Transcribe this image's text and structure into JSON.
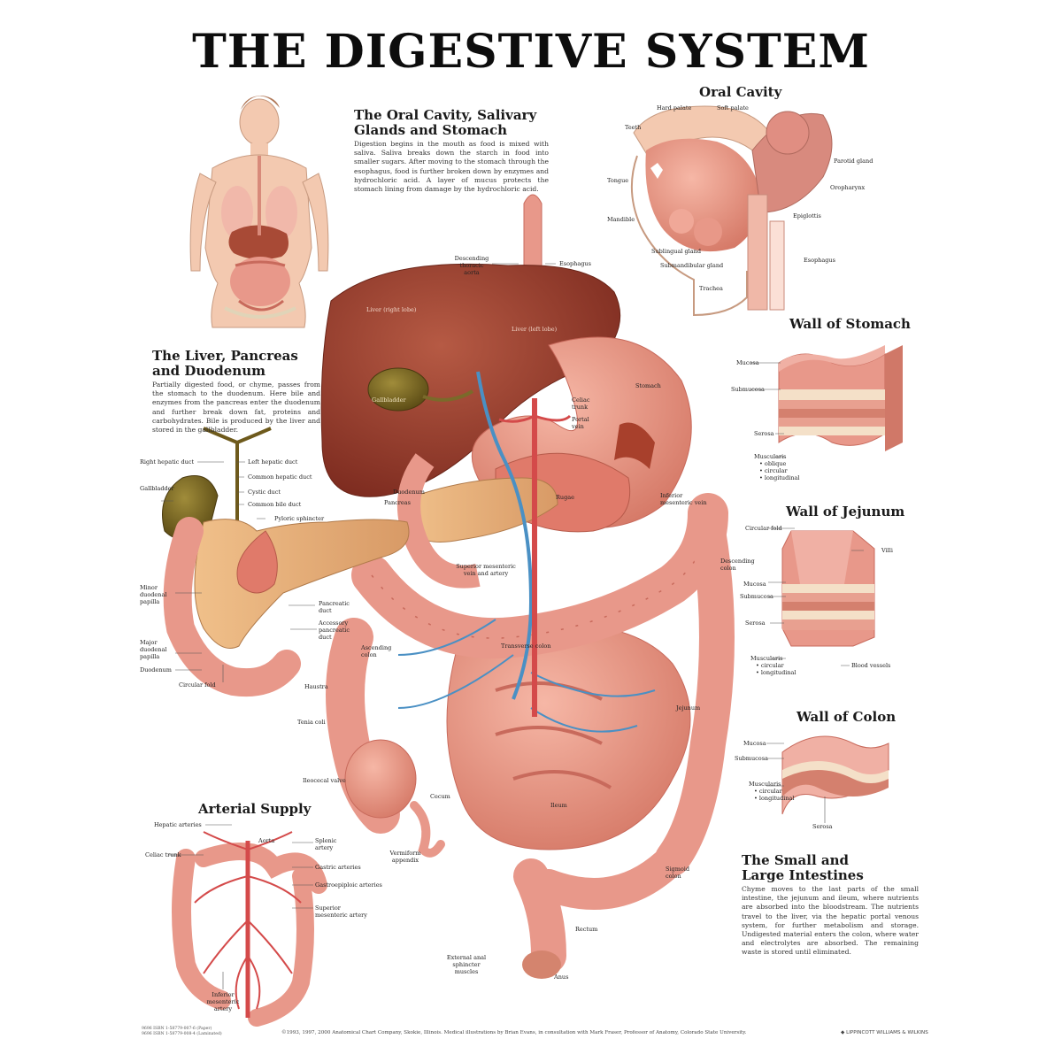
{
  "title": "THE DIGESTIVE SYSTEM",
  "sections": {
    "oral_salivary": {
      "heading_line1": "The Oral Cavity, Salivary",
      "heading_line2": "Glands and Stomach",
      "body": "Digestion begins in the mouth as food is mixed with saliva. Saliva breaks down the starch in food into smaller sugars. After moving to the stomach through the esophagus, food is further broken down by enzymes and hydrochloric acid. A layer of mucus protects the stomach lining from damage by the hydrochloric acid."
    },
    "liver_pancreas": {
      "heading_line1": "The Liver, Pancreas",
      "heading_line2": "and Duodenum",
      "body": "Partially digested food, or chyme, passes from the stomach to the duodenum. Here bile and enzymes from the pancreas enter the duodenum and further break down fat, proteins and carbohydrates. Bile is produced by the liver and stored in the gallbladder."
    },
    "oral_cavity": {
      "heading": "Oral Cavity"
    },
    "wall_stomach": {
      "heading": "Wall of Stomach"
    },
    "wall_jejunum": {
      "heading": "Wall of Jejunum"
    },
    "wall_colon": {
      "heading": "Wall of Colon"
    },
    "arterial_supply": {
      "heading": "Arterial Supply"
    },
    "intestines": {
      "heading_line1": "The Small and",
      "heading_line2": "Large Intestines",
      "body": "Chyme moves to the last parts of the small intestine, the jejunum and ileum, where nutrients are absorbed into the bloodstream. The nutrients travel to the liver, via the hepatic portal venous system, for further metabolism and storage. Undigested material enters the colon, where water and electrolytes are absorbed. The remaining waste is stored until eliminated."
    }
  },
  "labels": {
    "oral": {
      "hard_palate": "Hard palate",
      "soft_palate": "Soft palate",
      "teeth": "Teeth",
      "tongue": "Tongue",
      "mandible": "Mandible",
      "sublingual_gland": "Sublingual gland",
      "submandibular_gland": "Submandibular gland",
      "parotid_gland": "Parotid gland",
      "oropharynx": "Oropharynx",
      "epiglottis": "Epiglottis",
      "esophagus": "Esophagus",
      "trachea": "Trachea"
    },
    "main": {
      "descending_aorta": "Descending thoracic aorta",
      "esophagus": "Esophagus",
      "liver_right": "Liver (right lobe)",
      "liver_left": "Liver (left lobe)",
      "stomach": "Stomach",
      "gallbladder": "Gallbladder",
      "celiac_trunk": "Celiac trunk",
      "portal_vein": "Portal vein",
      "duodenum": "Duodenum",
      "pancreas": "Pancreas",
      "rugae": "Rugae",
      "inferior_mesenteric_vein": "Inferior mesenteric vein",
      "superior_mesenteric": "Superior mesenteric vein and artery",
      "descending_colon": "Descending colon",
      "transverse_colon": "Transverse colon",
      "ascending_colon": "Ascending colon",
      "haustra": "Haustra",
      "tenia_coli": "Tenia coli",
      "jejunum": "Jejunum",
      "ileocecal_valve": "Ileocecal valve",
      "cecum": "Cecum",
      "ileum": "Ileum",
      "vermiform_appendix": "Vermiform appendix",
      "sigmoid_colon": "Sigmoid colon",
      "rectum": "Rectum",
      "anal_sphincter": "External anal sphincter muscles",
      "anus": "Anus"
    },
    "liver_detail": {
      "right_hepatic_duct": "Right hepatic duct",
      "left_hepatic_duct": "Left hepatic duct",
      "common_hepatic_duct": "Common hepatic duct",
      "cystic_duct": "Cystic duct",
      "common_bile_duct": "Common bile duct",
      "gallbladder": "Gallbladder",
      "pyloric_sphincter": "Pyloric sphincter",
      "minor_papilla": "Minor duodenal papilla",
      "major_papilla": "Major duodenal papilla",
      "duodenum": "Duodenum",
      "circular_fold": "Circular fold",
      "pancreatic_duct": "Pancreatic duct",
      "accessory_duct": "Accessory pancreatic duct"
    },
    "stomach_wall": {
      "mucosa": "Mucosa",
      "submucosa": "Submucosa",
      "serosa": "Serosa",
      "muscularis": "Muscularis",
      "oblique": "oblique",
      "circular": "circular",
      "longitudinal": "longitudinal"
    },
    "jejunum_wall": {
      "circular_fold": "Circular fold",
      "villi": "Villi",
      "mucosa": "Mucosa",
      "submucosa": "Submucosa",
      "serosa": "Serosa",
      "muscularis": "Muscularis",
      "circular": "circular",
      "longitudinal": "longitudinal",
      "blood_vessels": "Blood vessels"
    },
    "colon_wall": {
      "mucosa": "Mucosa",
      "submucosa": "Submucosa",
      "muscularis": "Muscularis",
      "circular": "circular",
      "longitudinal": "longitudinal",
      "serosa": "Serosa"
    },
    "arterial": {
      "hepatic_arteries": "Hepatic arteries",
      "aorta": "Aorta",
      "celiac_trunk": "Celiac trunk",
      "splenic_artery": "Splenic artery",
      "gastric_arteries": "Gastric arteries",
      "gastroepiploic": "Gastroepiploic arteries",
      "superior_mesenteric": "Superior mesenteric artery",
      "inferior_mesenteric": "Inferior mesenteric artery"
    }
  },
  "footer": "©1993, 1997, 2000 Anatomical Chart Company, Skokie, Illinois. Medical illustrations by Brian Evans, in consultation with Mark Fraser, Professor of Anatomy, Colorado State University.",
  "publisher": "LIPPINCOTT WILLIAMS & WILKINS",
  "catalog_line1": "9696 ISBN 1-58779-007-6 (Paper)",
  "catalog_line2": "9696 ISBN 1-58779-008-4 (Laminated)",
  "colors": {
    "tissue": "#e8988a",
    "tissue_dark": "#c86a5c",
    "liver": "#9a3c2c",
    "gallbladder": "#6e5a1c",
    "vein": "#4a90c4",
    "artery": "#d44a4a",
    "skin": "#f3c9b0"
  }
}
